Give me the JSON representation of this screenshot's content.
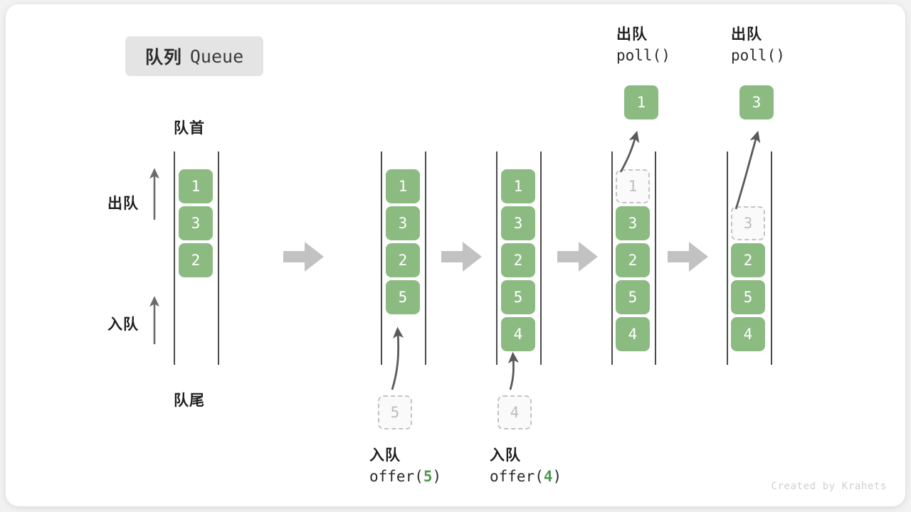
{
  "title": {
    "cn": "队列",
    "en": "Queue"
  },
  "labels": {
    "head": "队首",
    "tail": "队尾",
    "dequeue": "出队",
    "enqueue": "入队"
  },
  "credit": "Created by Krahets",
  "colors": {
    "node_fill": "#8cbb82",
    "node_text": "#ffffff",
    "ghost_fill": "#fafafa",
    "ghost_border": "#c3c3c3",
    "ghost_text": "#bdbdbd",
    "rail": "#4a4a4a",
    "arrow": "#bfbfbf",
    "curve": "#5a5a5a",
    "badge_bg": "#e4e4e4",
    "accent_green": "#4e9a4e",
    "card_bg": "#ffffff",
    "page_bg": "#f2f2f2"
  },
  "columns": [
    {
      "id": "state-initial",
      "nodes": [
        {
          "value": "1",
          "state": "solid"
        },
        {
          "value": "3",
          "state": "solid"
        },
        {
          "value": "2",
          "state": "solid"
        }
      ]
    },
    {
      "id": "state-after-offer-5",
      "nodes": [
        {
          "value": "1",
          "state": "solid"
        },
        {
          "value": "3",
          "state": "solid"
        },
        {
          "value": "2",
          "state": "solid"
        },
        {
          "value": "5",
          "state": "solid"
        }
      ],
      "incoming": {
        "value": "5",
        "state": "ghost"
      },
      "caption": {
        "cn": "入队",
        "code_prefix": "offer(",
        "arg": "5",
        "code_suffix": ")"
      }
    },
    {
      "id": "state-after-offer-4",
      "nodes": [
        {
          "value": "1",
          "state": "solid"
        },
        {
          "value": "3",
          "state": "solid"
        },
        {
          "value": "2",
          "state": "solid"
        },
        {
          "value": "5",
          "state": "solid"
        },
        {
          "value": "4",
          "state": "solid"
        }
      ],
      "incoming": {
        "value": "4",
        "state": "ghost"
      },
      "caption": {
        "cn": "入队",
        "code_prefix": "offer(",
        "arg": "4",
        "code_suffix": ")"
      }
    },
    {
      "id": "state-after-poll-1",
      "nodes": [
        {
          "value": "1",
          "state": "ghost"
        },
        {
          "value": "3",
          "state": "solid"
        },
        {
          "value": "2",
          "state": "solid"
        },
        {
          "value": "5",
          "state": "solid"
        },
        {
          "value": "4",
          "state": "solid"
        }
      ],
      "outgoing": {
        "value": "1",
        "state": "solid"
      },
      "caption": {
        "cn": "出队",
        "code_prefix": "poll(",
        "arg": "",
        "code_suffix": ")"
      }
    },
    {
      "id": "state-after-poll-3",
      "nodes": [
        {
          "value": "3",
          "state": "ghost"
        },
        {
          "value": "2",
          "state": "solid"
        },
        {
          "value": "5",
          "state": "solid"
        },
        {
          "value": "4",
          "state": "solid"
        }
      ],
      "outgoing": {
        "value": "3",
        "state": "solid"
      },
      "caption": {
        "cn": "出队",
        "code_prefix": "poll(",
        "arg": "",
        "code_suffix": ")"
      }
    }
  ]
}
